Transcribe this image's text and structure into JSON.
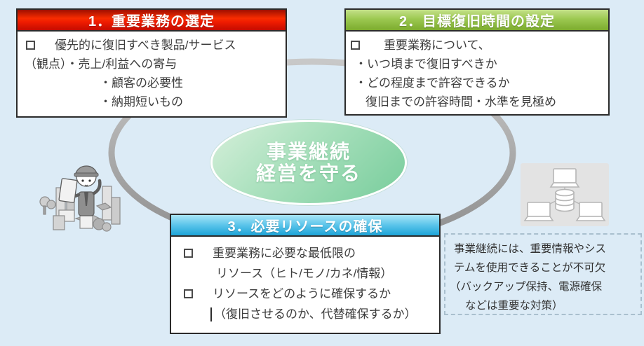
{
  "diagram": {
    "background": "#dcebf6",
    "ring_color_top": "#c8c8c8",
    "ring_color_bottom": "#8e8e8e"
  },
  "center": {
    "line1": "事業継続",
    "line2": "経営を守る",
    "gradient_from": "#d6efda",
    "gradient_to": "#7bce9e"
  },
  "steps": {
    "step1": {
      "title": "1．重要業務の選定",
      "accent": "#e81500",
      "lines": [
        "優先的に復旧すべき製品/サービス",
        "（観点）・売上/利益への寄与",
        "・顧客の必要性",
        "・納期短いもの"
      ]
    },
    "step2": {
      "title": "2．目標復旧時間の設定",
      "accent": "#8cba3e",
      "lines": [
        "重要業務について、",
        "・いつ頃まで復旧すべきか",
        "・どの程度まで許容できるか",
        "復旧までの許容時間・水準を見極め"
      ]
    },
    "step3": {
      "title": "3．必要リソースの確保",
      "accent": "#3bb3e2",
      "lines": [
        "重要業務に必要な最低限の",
        "リソース（ヒト/モノ/カネ/情報）",
        "リソースをどのように確保するか",
        "（復旧させるのか、代替確保するか）"
      ]
    }
  },
  "note": {
    "lines": [
      "事業継続には、重要情報やシス",
      "テムを使用できることが不可欠",
      "（バックアップ保持、電源確保",
      "などは重要な対策）"
    ]
  },
  "icons": {
    "left": "worker-surveying-city-icon",
    "right": "laptops-database-network-icon"
  }
}
